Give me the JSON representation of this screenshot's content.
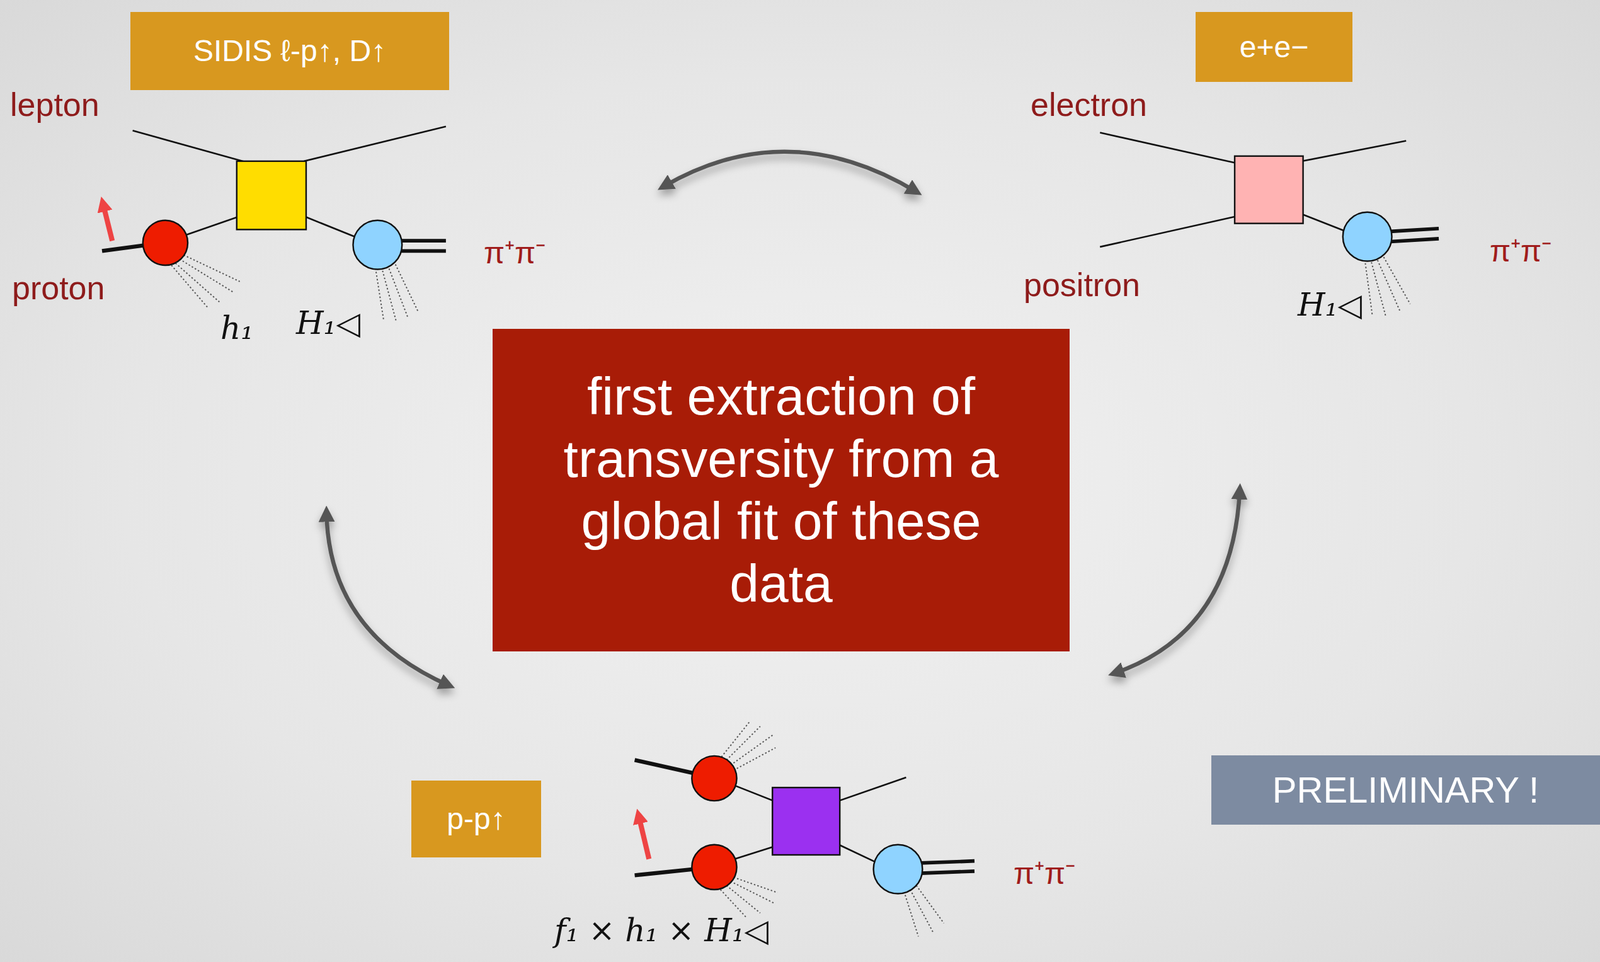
{
  "diagram": {
    "nodes": [
      {
        "text": [
          "SIDIS  ℓ-p↑, D↑"
        ]
      },
      {
        "text": [
          "e+e−"
        ]
      },
      {
        "text": [
          "first extraction of transversity from a global fit of these data"
        ]
      },
      {
        "text": [
          "p-p↑"
        ]
      },
      {
        "text": [
          "PRELIMINARY !"
        ]
      }
    ],
    "labels": [
      "lepton",
      "proton",
      "h₁",
      "H₁◁",
      "π⁺π⁻",
      "electron",
      "positron",
      "H₁◁",
      "π⁺π⁻",
      "π⁺π⁻",
      "f₁ × h₁ × H₁◁"
    ]
  }
}
